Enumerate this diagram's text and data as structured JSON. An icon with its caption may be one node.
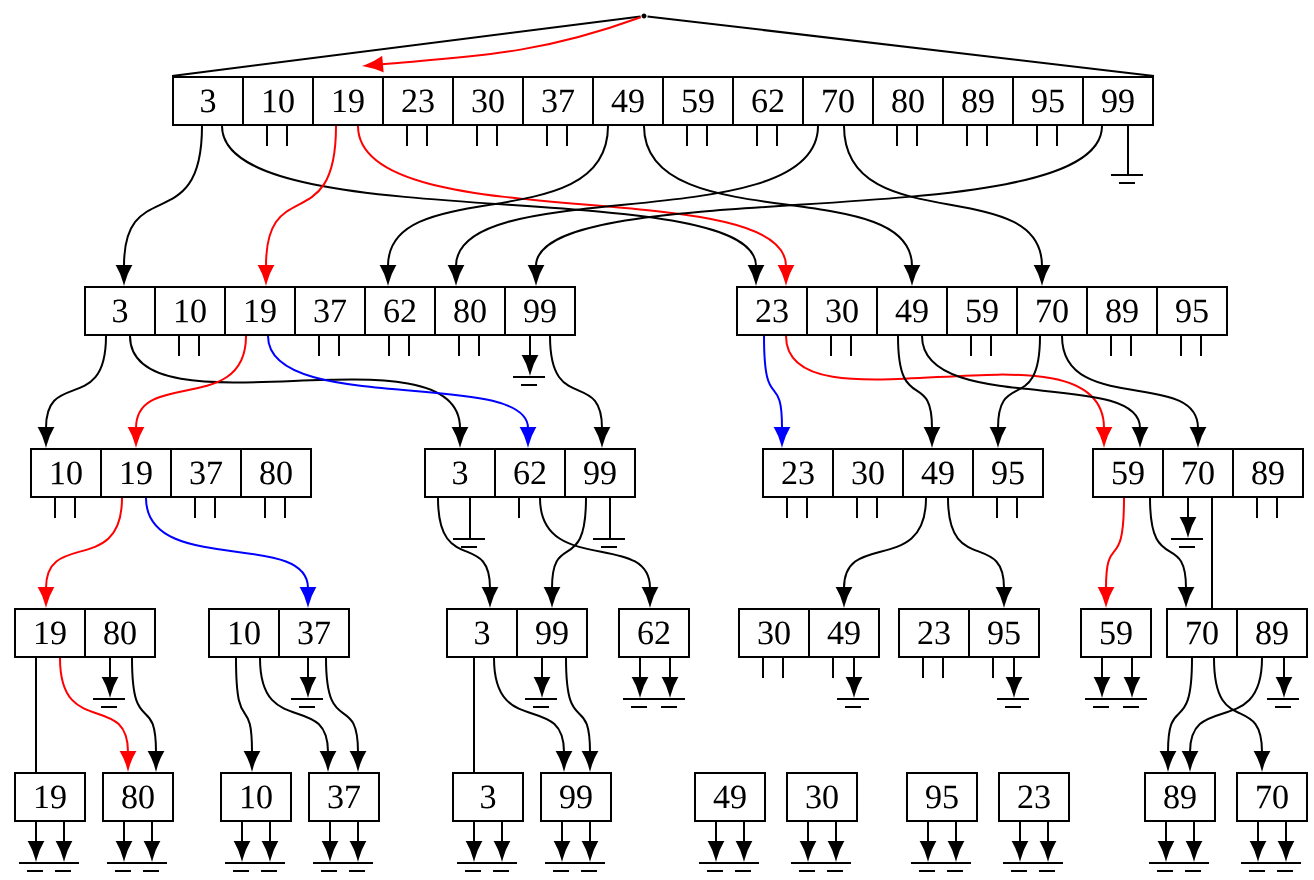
{
  "diagram": {
    "nodes": [
      {
        "text": [],
        "shape": "point"
      },
      {
        "text": [
          "3"
        ]
      },
      {
        "text": [
          "10"
        ]
      },
      {
        "text": [
          "19"
        ]
      },
      {
        "text": [
          "23"
        ]
      },
      {
        "text": [
          "30"
        ]
      },
      {
        "text": [
          "37"
        ]
      },
      {
        "text": [
          "49"
        ]
      },
      {
        "text": [
          "59"
        ]
      },
      {
        "text": [
          "62"
        ]
      },
      {
        "text": [
          "70"
        ]
      },
      {
        "text": [
          "80"
        ]
      },
      {
        "text": [
          "89"
        ]
      },
      {
        "text": [
          "95"
        ]
      },
      {
        "text": [
          "99"
        ]
      },
      {
        "text": [
          "3"
        ]
      },
      {
        "text": [
          "10"
        ]
      },
      {
        "text": [
          "19"
        ]
      },
      {
        "text": [
          "37"
        ]
      },
      {
        "text": [
          "62"
        ]
      },
      {
        "text": [
          "80"
        ]
      },
      {
        "text": [
          "99"
        ]
      },
      {
        "text": [
          "23"
        ]
      },
      {
        "text": [
          "30"
        ]
      },
      {
        "text": [
          "49"
        ]
      },
      {
        "text": [
          "59"
        ]
      },
      {
        "text": [
          "70"
        ]
      },
      {
        "text": [
          "89"
        ]
      },
      {
        "text": [
          "95"
        ]
      },
      {
        "text": [
          "10"
        ]
      },
      {
        "text": [
          "19"
        ]
      },
      {
        "text": [
          "37"
        ]
      },
      {
        "text": [
          "80"
        ]
      },
      {
        "text": [
          "3"
        ]
      },
      {
        "text": [
          "62"
        ]
      },
      {
        "text": [
          "99"
        ]
      },
      {
        "text": [
          "23"
        ]
      },
      {
        "text": [
          "30"
        ]
      },
      {
        "text": [
          "49"
        ]
      },
      {
        "text": [
          "95"
        ]
      },
      {
        "text": [
          "59"
        ]
      },
      {
        "text": [
          "70"
        ]
      },
      {
        "text": [
          "89"
        ]
      },
      {
        "text": [
          "19"
        ]
      },
      {
        "text": [
          "80"
        ]
      },
      {
        "text": [
          "10"
        ]
      },
      {
        "text": [
          "37"
        ]
      },
      {
        "text": [
          "3"
        ]
      },
      {
        "text": [
          "99"
        ]
      },
      {
        "text": [
          "62"
        ]
      },
      {
        "text": [
          "30"
        ]
      },
      {
        "text": [
          "49"
        ]
      },
      {
        "text": [
          "23"
        ]
      },
      {
        "text": [
          "95"
        ]
      },
      {
        "text": [
          "59"
        ]
      },
      {
        "text": [
          "70"
        ]
      },
      {
        "text": [
          "89"
        ]
      },
      {
        "text": [
          "19"
        ]
      },
      {
        "text": [
          "80"
        ]
      },
      {
        "text": [
          "10"
        ]
      },
      {
        "text": [
          "37"
        ]
      },
      {
        "text": [
          "3"
        ]
      },
      {
        "text": [
          "99"
        ]
      },
      {
        "text": [
          "49"
        ]
      },
      {
        "text": [
          "30"
        ]
      },
      {
        "text": [
          "95"
        ]
      },
      {
        "text": [
          "23"
        ]
      },
      {
        "text": [
          "89"
        ]
      },
      {
        "text": [
          "70"
        ]
      }
    ],
    "edges": [
      {
        "from": 0,
        "to": 1,
        "arrow": "none"
      },
      {
        "from": 0,
        "to": 14,
        "arrow": "none"
      },
      {
        "from": 0,
        "to": 3,
        "arrow": "to",
        "color": "#ff0000"
      },
      {
        "from": 1,
        "to": 15,
        "arrow": "to"
      },
      {
        "from": 1,
        "to": 22,
        "arrow": "to"
      },
      {
        "from": 3,
        "to": 17,
        "arrow": "to",
        "color": "#ff0000"
      },
      {
        "from": 3,
        "to": 22,
        "arrow": "to",
        "color": "#ff0000"
      },
      {
        "from": 7,
        "to": 19,
        "arrow": "to"
      },
      {
        "from": 7,
        "to": 24,
        "arrow": "to"
      },
      {
        "from": 10,
        "to": 20,
        "arrow": "to"
      },
      {
        "from": 10,
        "to": 26,
        "arrow": "to"
      },
      {
        "from": 14,
        "to": 21,
        "arrow": "to"
      },
      {
        "from": 14,
        "to": null,
        "arrow": "none"
      },
      {
        "from": 15,
        "to": 29,
        "arrow": "to"
      },
      {
        "from": 15,
        "to": 33,
        "arrow": "to"
      },
      {
        "from": 17,
        "to": 30,
        "arrow": "to",
        "color": "#ff0000"
      },
      {
        "from": 17,
        "to": 34,
        "arrow": "to",
        "color": "#0000ff"
      },
      {
        "from": 21,
        "to": null,
        "arrow": "to"
      },
      {
        "from": 21,
        "to": 35,
        "arrow": "to"
      },
      {
        "from": 22,
        "to": 36,
        "arrow": "to",
        "color": "#0000ff"
      },
      {
        "from": 22,
        "to": 40,
        "arrow": "to",
        "color": "#ff0000"
      },
      {
        "from": 24,
        "to": 38,
        "arrow": "to"
      },
      {
        "from": 24,
        "to": 40,
        "arrow": "to"
      },
      {
        "from": 26,
        "to": 39,
        "arrow": "to"
      },
      {
        "from": 26,
        "to": 41,
        "arrow": "to"
      },
      {
        "from": 30,
        "to": 43,
        "arrow": "to",
        "color": "#ff0000"
      },
      {
        "from": 30,
        "to": 46,
        "arrow": "to",
        "color": "#0000ff"
      },
      {
        "from": 33,
        "to": 47,
        "arrow": "to"
      },
      {
        "from": 33,
        "to": null,
        "arrow": "none"
      },
      {
        "from": 34,
        "to": 49,
        "arrow": "to"
      },
      {
        "from": 35,
        "to": 48,
        "arrow": "to"
      },
      {
        "from": 35,
        "to": null,
        "arrow": "none"
      },
      {
        "from": 38,
        "to": 51,
        "arrow": "to"
      },
      {
        "from": 38,
        "to": 53,
        "arrow": "to"
      },
      {
        "from": 40,
        "to": 54,
        "arrow": "to",
        "color": "#ff0000"
      },
      {
        "from": 40,
        "to": 55,
        "arrow": "to"
      },
      {
        "from": 41,
        "to": null,
        "arrow": "to"
      },
      {
        "from": 41,
        "to": 55,
        "arrow": "none"
      },
      {
        "from": 43,
        "to": 57,
        "arrow": "none"
      },
      {
        "from": 43,
        "to": 58,
        "arrow": "to",
        "color": "#ff0000"
      },
      {
        "from": 44,
        "to": null,
        "arrow": "to"
      },
      {
        "from": 44,
        "to": 58,
        "arrow": "to"
      },
      {
        "from": 45,
        "to": 59,
        "arrow": "to"
      },
      {
        "from": 45,
        "to": 60,
        "arrow": "to"
      },
      {
        "from": 46,
        "to": null,
        "arrow": "to"
      },
      {
        "from": 46,
        "to": 60,
        "arrow": "to"
      },
      {
        "from": 47,
        "to": 61,
        "arrow": "none"
      },
      {
        "from": 47,
        "to": 62,
        "arrow": "to"
      },
      {
        "from": 48,
        "to": null,
        "arrow": "to"
      },
      {
        "from": 48,
        "to": 62,
        "arrow": "to"
      },
      {
        "from": 49,
        "to": null,
        "arrow": "to"
      },
      {
        "from": 49,
        "to": null,
        "arrow": "to"
      },
      {
        "from": 51,
        "to": null,
        "arrow": "to"
      },
      {
        "from": 53,
        "to": null,
        "arrow": "to"
      },
      {
        "from": 54,
        "to": null,
        "arrow": "to"
      },
      {
        "from": 54,
        "to": null,
        "arrow": "to"
      },
      {
        "from": 55,
        "to": 67,
        "arrow": "to"
      },
      {
        "from": 55,
        "to": 68,
        "arrow": "to"
      },
      {
        "from": 56,
        "to": 67,
        "arrow": "to"
      },
      {
        "from": 56,
        "to": null,
        "arrow": "to"
      },
      {
        "from": 57,
        "to": null,
        "arrow": "to"
      },
      {
        "from": 57,
        "to": null,
        "arrow": "to"
      },
      {
        "from": 58,
        "to": null,
        "arrow": "to"
      },
      {
        "from": 58,
        "to": null,
        "arrow": "to"
      },
      {
        "from": 59,
        "to": null,
        "arrow": "to"
      },
      {
        "from": 59,
        "to": null,
        "arrow": "to"
      },
      {
        "from": 60,
        "to": null,
        "arrow": "to"
      },
      {
        "from": 60,
        "to": null,
        "arrow": "to"
      },
      {
        "from": 61,
        "to": null,
        "arrow": "to"
      },
      {
        "from": 61,
        "to": null,
        "arrow": "to"
      },
      {
        "from": 62,
        "to": null,
        "arrow": "to"
      },
      {
        "from": 62,
        "to": null,
        "arrow": "to"
      },
      {
        "from": 63,
        "to": null,
        "arrow": "to"
      },
      {
        "from": 63,
        "to": null,
        "arrow": "to"
      },
      {
        "from": 64,
        "to": null,
        "arrow": "to"
      },
      {
        "from": 64,
        "to": null,
        "arrow": "to"
      },
      {
        "from": 65,
        "to": null,
        "arrow": "to"
      },
      {
        "from": 65,
        "to": null,
        "arrow": "to"
      },
      {
        "from": 66,
        "to": null,
        "arrow": "to"
      },
      {
        "from": 66,
        "to": null,
        "arrow": "to"
      },
      {
        "from": 67,
        "to": null,
        "arrow": "to"
      },
      {
        "from": 67,
        "to": null,
        "arrow": "to"
      },
      {
        "from": 68,
        "to": null,
        "arrow": "to"
      },
      {
        "from": 68,
        "to": null,
        "arrow": "to"
      }
    ]
  }
}
